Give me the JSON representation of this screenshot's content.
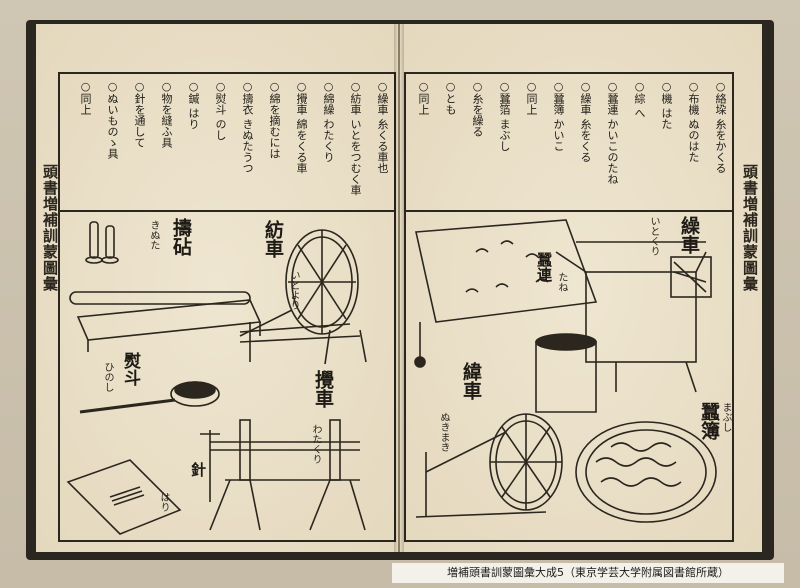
{
  "caption": "増補頭書訓蒙圖彙大成5（東京学芸大学附属図書館所蔵）",
  "left_page": {
    "margin_title": "頭書増補訓蒙圖彙",
    "text_columns": [
      "○繰車 糸くる車也",
      "○紡車 いとをつむく車",
      "○綿繰 わたくり",
      "○攪車 綿をくる車",
      "○綿を摘むには",
      "○擣衣 きぬたうつ",
      "○熨斗 のし",
      "○鍼 はり",
      "○物を縫ふ具",
      "○針を通して",
      "○ぬいものゝ具",
      "○同上"
    ],
    "labels": {
      "tsumugi": "紡車",
      "tsumugi_kana": "いとより",
      "kinuta": "擣砧",
      "kinuta_kana": "きぬた",
      "noshi": "熨斗",
      "noshi_kana": "ひのし",
      "kurikuruma": "攪車",
      "kurikuruma_kana": "わたくり",
      "hari": "針",
      "hari_kana": "はり"
    }
  },
  "right_page": {
    "margin_title": "頭書増補訓蒙圖彙",
    "text_columns": [
      "○絡垜 糸をかくる",
      "○布機 ぬのはた",
      "○機 はた",
      "○綜 へ",
      "○蠶連 かいこのたね",
      "○繰車 糸をくる",
      "○蠶簿 かいこ",
      "○同上",
      "○蠶箔 まぶし",
      "○糸を繰る",
      "○とも",
      "○同上"
    ],
    "labels": {
      "kuri": "繰車",
      "kuri_kana": "いとくり",
      "sanren": "蠶連",
      "sanren_kana": "たね",
      "tsumugi2": "緯車",
      "tsumugi2_kana": "ぬきまき",
      "sanbo": "蠶簿",
      "sanbo_kana": "まぶし"
    }
  }
}
